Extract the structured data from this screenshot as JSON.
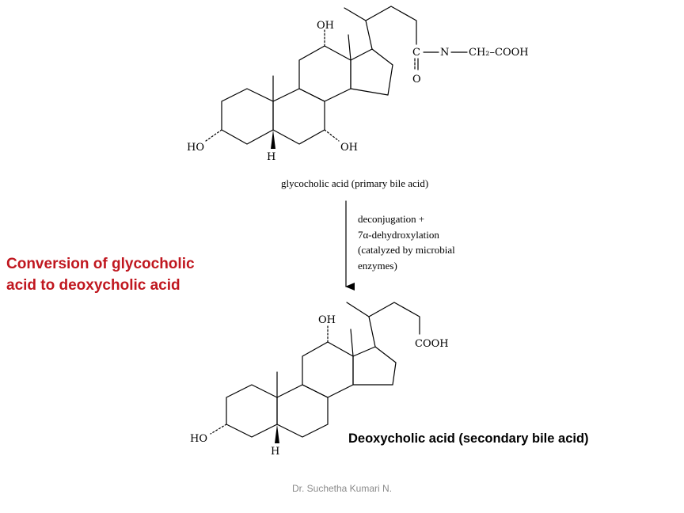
{
  "slide": {
    "heading_line1": "Conversion of glycocholic",
    "heading_line2": "acid to deoxycholic acid",
    "footer": "Dr. Suchetha Kumari N."
  },
  "reactant": {
    "caption": "glycocholic acid (primary bile acid)",
    "labels": {
      "oh_12": "OH",
      "ho_3": "HO",
      "oh_7": "OH",
      "h_5": "H",
      "carbonyl_c": "C",
      "carbonyl_o": "O",
      "nitrogen": "N",
      "glycine_tail": "CH₂–COOH"
    }
  },
  "reaction": {
    "line1": "deconjugation +",
    "line2": "7α-dehydroxylation",
    "line3": "(catalyzed by microbial",
    "line4": "enzymes)"
  },
  "product": {
    "title": "Deoxycholic acid (secondary bile acid)",
    "labels": {
      "oh_12": "OH",
      "ho_3": "HO",
      "h_5": "H",
      "cooh": "COOH"
    }
  }
}
